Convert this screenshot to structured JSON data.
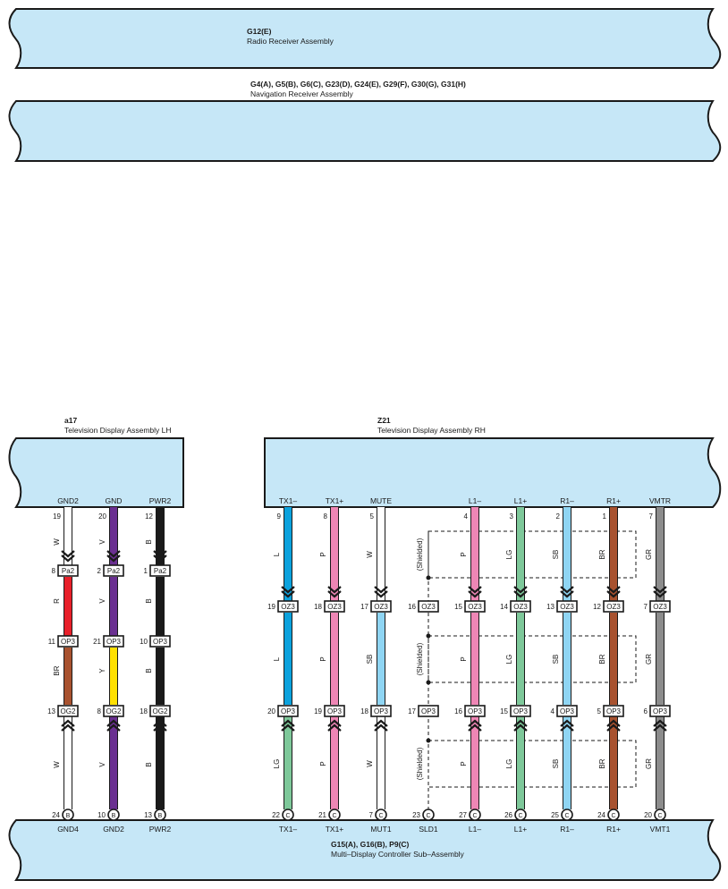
{
  "colors": {
    "panel_fill": "#c6e7f7",
    "W": "#ffffff",
    "V": "#6a2f91",
    "B": "#1a1a1a",
    "R": "#e8202a",
    "BR": "#a8522f",
    "Y": "#ffe000",
    "L": "#0ca2dd",
    "P": "#ee86b5",
    "SB": "#8fd5f3",
    "LG": "#7ec89a",
    "GR": "#8c8c8c"
  },
  "components": {
    "radio": {
      "id": "G12(E)",
      "name": "Radio Receiver Assembly"
    },
    "navigation": {
      "id": "G4(A), G5(B), G6(C), G23(D), G24(E), G29(F), G30(G), G31(H)",
      "name": "Navigation Receiver Assembly"
    },
    "tv_lh": {
      "id": "a17",
      "name": "Television Display Assembly LH"
    },
    "tv_rh": {
      "id": "Z21",
      "name": "Television Display Assembly RH"
    },
    "controller": {
      "id": "G15(A), G16(B), P9(C)",
      "name": "Multi–Display Controller Sub–Assembly"
    }
  },
  "shield_label": "(Shielded)",
  "lh_wires": [
    {
      "top_label": "GND2",
      "top_pin": "19",
      "seg1_color": "W",
      "pa_pin": "8",
      "pa_conn": "Pa2",
      "seg2_color": "R",
      "op_pin": "11",
      "op_conn": "OP3",
      "seg3_color": "BR",
      "og_pin": "13",
      "og_conn": "OG2",
      "seg4_color": "W",
      "bottom_pin": "24",
      "bottom_conn": "B",
      "bottom_label": "GND4"
    },
    {
      "top_label": "GND",
      "top_pin": "20",
      "seg1_color": "V",
      "pa_pin": "2",
      "pa_conn": "Pa2",
      "seg2_color": "V",
      "op_pin": "21",
      "op_conn": "OP3",
      "seg3_color": "Y",
      "og_pin": "8",
      "og_conn": "OG2",
      "seg4_color": "V",
      "bottom_pin": "10",
      "bottom_conn": "B",
      "bottom_label": "GND2"
    },
    {
      "top_label": "PWR2",
      "top_pin": "12",
      "seg1_color": "B",
      "pa_pin": "1",
      "pa_conn": "Pa2",
      "seg2_color": "B",
      "op_pin": "10",
      "op_conn": "OP3",
      "seg3_color": "B",
      "og_pin": "18",
      "og_conn": "OG2",
      "seg4_color": "B",
      "bottom_pin": "13",
      "bottom_conn": "B",
      "bottom_label": "PWR2"
    }
  ],
  "rh_wires": [
    {
      "top_label": "TX1–",
      "top_pin": "9",
      "seg1_color": "L",
      "oz_pin": "19",
      "oz_conn": "OZ3",
      "seg2_color": "L",
      "op_pin": "20",
      "op_conn": "OP3",
      "seg3_color": "LG",
      "bottom_pin": "22",
      "bottom_conn": "C",
      "bottom_label": "TX1–"
    },
    {
      "top_label": "TX1+",
      "top_pin": "8",
      "seg1_color": "P",
      "oz_pin": "18",
      "oz_conn": "OZ3",
      "seg2_color": "P",
      "op_pin": "19",
      "op_conn": "OP3",
      "seg3_color": "P",
      "bottom_pin": "21",
      "bottom_conn": "C",
      "bottom_label": "TX1+"
    },
    {
      "top_label": "MUTE",
      "top_pin": "5",
      "seg1_color": "W",
      "oz_pin": "17",
      "oz_conn": "OZ3",
      "seg2_color": "SB",
      "op_pin": "18",
      "op_conn": "OP3",
      "seg3_color": "W",
      "bottom_pin": "7",
      "bottom_conn": "C",
      "bottom_label": "MUT1"
    },
    {
      "top_label": "",
      "top_pin": "",
      "seg1_color": "",
      "oz_pin": "16",
      "oz_conn": "OZ3",
      "seg2_color": "",
      "op_pin": "17",
      "op_conn": "OP3",
      "seg3_color": "",
      "bottom_pin": "23",
      "bottom_conn": "C",
      "bottom_label": "SLD1"
    },
    {
      "top_label": "L1–",
      "top_pin": "4",
      "seg1_color": "P",
      "oz_pin": "15",
      "oz_conn": "OZ3",
      "seg2_color": "P",
      "op_pin": "16",
      "op_conn": "OP3",
      "seg3_color": "P",
      "bottom_pin": "27",
      "bottom_conn": "C",
      "bottom_label": "L1–"
    },
    {
      "top_label": "L1+",
      "top_pin": "3",
      "seg1_color": "LG",
      "oz_pin": "14",
      "oz_conn": "OZ3",
      "seg2_color": "LG",
      "op_pin": "15",
      "op_conn": "OP3",
      "seg3_color": "LG",
      "bottom_pin": "26",
      "bottom_conn": "C",
      "bottom_label": "L1+"
    },
    {
      "top_label": "R1–",
      "top_pin": "2",
      "seg1_color": "SB",
      "oz_pin": "13",
      "oz_conn": "OZ3",
      "seg2_color": "SB",
      "op_pin": "4",
      "op_conn": "OP3",
      "seg3_color": "SB",
      "bottom_pin": "25",
      "bottom_conn": "C",
      "bottom_label": "R1–"
    },
    {
      "top_label": "R1+",
      "top_pin": "1",
      "seg1_color": "BR",
      "oz_pin": "12",
      "oz_conn": "OZ3",
      "seg2_color": "BR",
      "op_pin": "5",
      "op_conn": "OP3",
      "seg3_color": "BR",
      "bottom_pin": "24",
      "bottom_conn": "C",
      "bottom_label": "R1+"
    },
    {
      "top_label": "VMTR",
      "top_pin": "7",
      "seg1_color": "GR",
      "oz_pin": "7",
      "oz_conn": "OZ3",
      "seg2_color": "GR",
      "op_pin": "6",
      "op_conn": "OP3",
      "seg3_color": "GR",
      "bottom_pin": "20",
      "bottom_conn": "C",
      "bottom_label": "VMT1"
    }
  ]
}
